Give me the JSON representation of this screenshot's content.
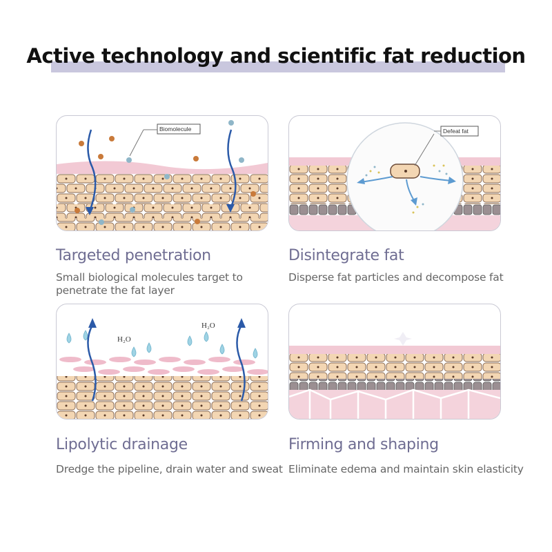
{
  "header": {
    "title": "Active technology and scientific fat reduction"
  },
  "colors": {
    "accent_bar": "#c9c7de",
    "heading": "#6f6d92",
    "skin_pink": "#f2c9d4",
    "fat_cell": "#f3d6b3",
    "arrow_blue": "#2b5aa8"
  },
  "cards": [
    {
      "heading": "Targeted penetration",
      "description": "Small biological molecules target to penetrate the fat layer",
      "callout": "Biomolecule"
    },
    {
      "heading": "Disintegrate fat",
      "description": "Disperse fat particles and decompose fat",
      "callout": "Defeat fat"
    },
    {
      "heading": "Lipolytic drainage",
      "description": "Dredge the pipeline, drain water and sweat",
      "h2o_label": "H₂O"
    },
    {
      "heading": "Firming and shaping",
      "description": "Eliminate edema and maintain skin elasticity"
    }
  ]
}
